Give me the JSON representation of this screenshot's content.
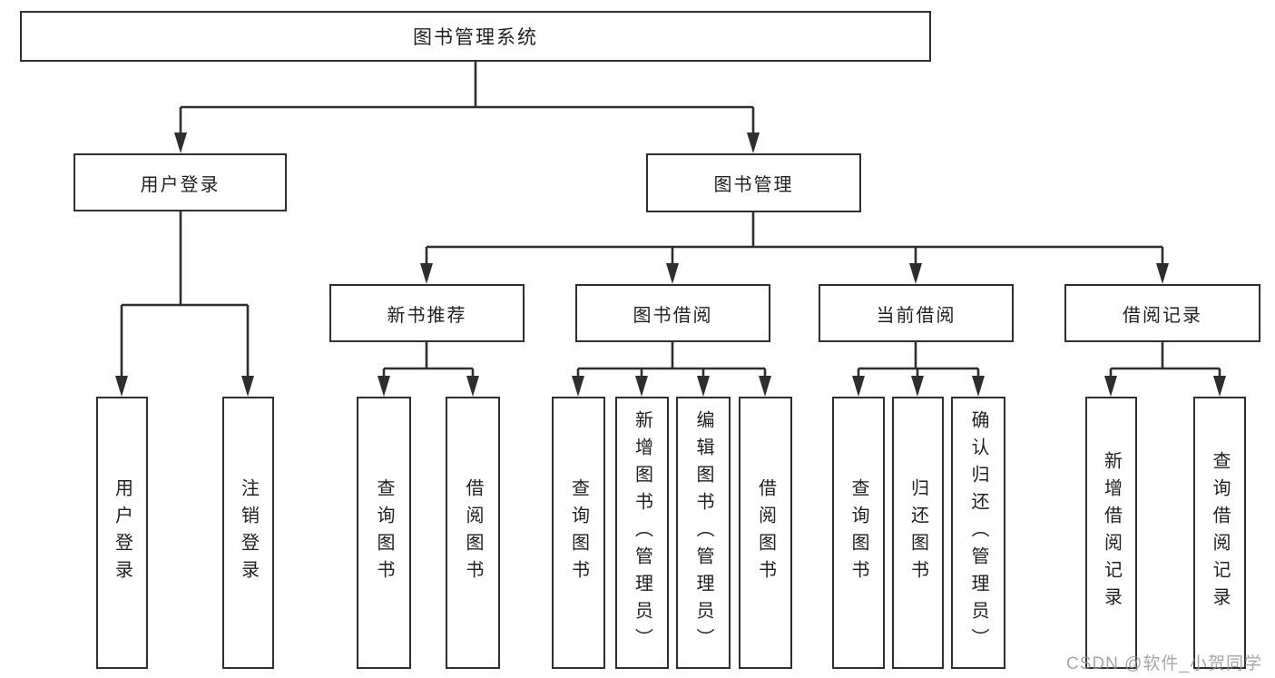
{
  "colors": {
    "line": "#2e2e2e",
    "box-border": "#2e2e2e",
    "box-fill": "#ffffff",
    "text": "#1f1f1f",
    "watermark": "#969696"
  },
  "watermark": {
    "text": "CSDN @软件_小贺同学"
  },
  "tree": {
    "root": {
      "label": "图书管理系统"
    },
    "branches": [
      {
        "label": "用户登录",
        "children": [
          {
            "label": "用户登录"
          },
          {
            "label": "注销登录"
          }
        ]
      },
      {
        "label": "图书管理",
        "children": [
          {
            "label": "新书推荐",
            "children": [
              {
                "label": "查询图书"
              },
              {
                "label": "借阅图书"
              }
            ]
          },
          {
            "label": "图书借阅",
            "children": [
              {
                "label": "查询图书"
              },
              {
                "label": "新增图书（管理员）"
              },
              {
                "label": "编辑图书（管理员）"
              },
              {
                "label": "借阅图书"
              }
            ]
          },
          {
            "label": "当前借阅",
            "children": [
              {
                "label": "查询图书"
              },
              {
                "label": "归还图书"
              },
              {
                "label": "确认归还（管理员）"
              }
            ]
          },
          {
            "label": "借阅记录",
            "children": [
              {
                "label": "新增借阅记录"
              },
              {
                "label": "查询借阅记录"
              }
            ]
          }
        ]
      }
    ]
  }
}
